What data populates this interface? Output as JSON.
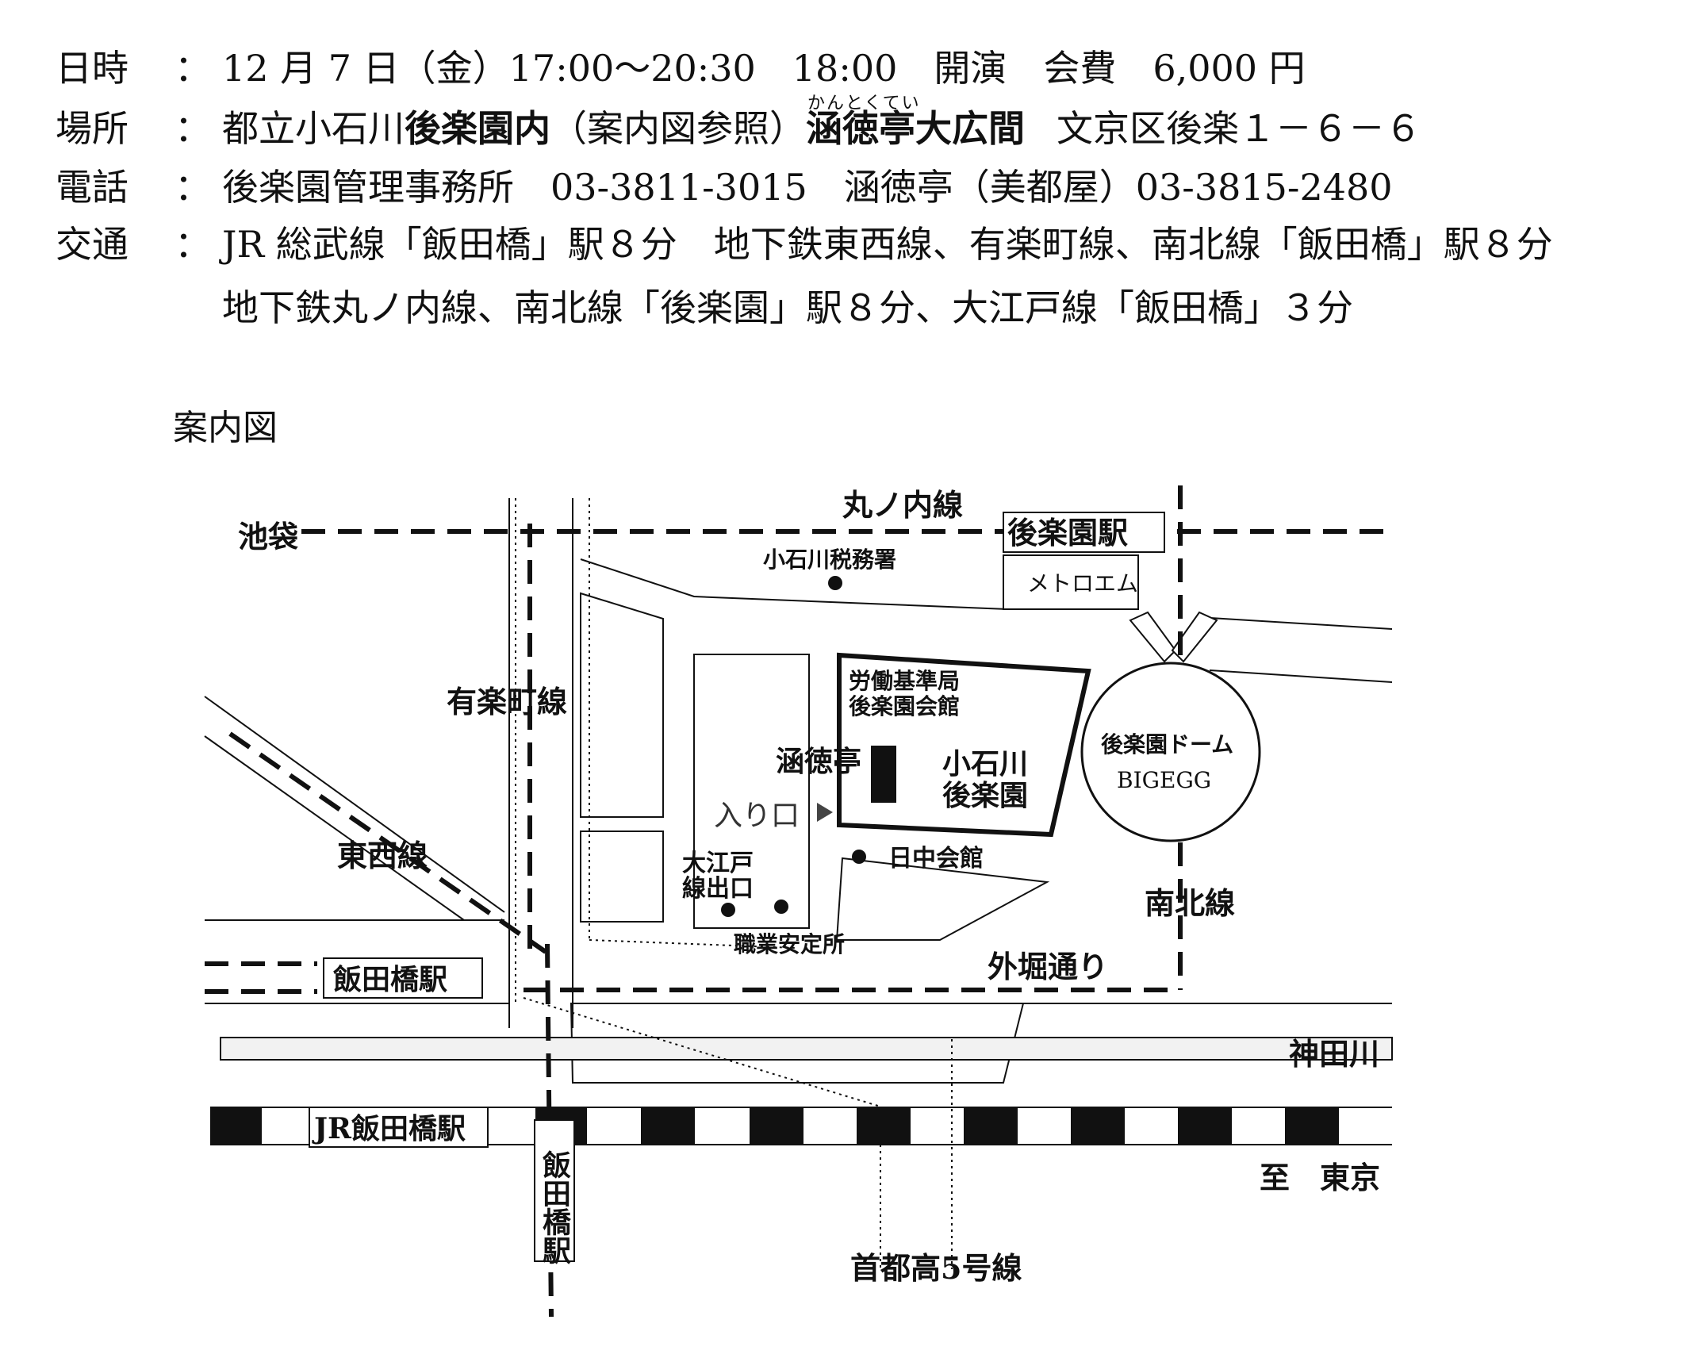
{
  "info": {
    "date": {
      "key": "日時",
      "sep": "：",
      "value": "12 月 7 日（金）17:00～20:30　18:00　開演　会費　6,000 円"
    },
    "place": {
      "key": "場所",
      "sep": "：",
      "pre": "都立小石川",
      "bold1": "後楽園内",
      "mid": "（案内図参照）",
      "bold2": "涵徳亭大広間",
      "post": "文京区後楽１－６－６",
      "ruby": "かんとくてい"
    },
    "phone": {
      "key": "電話",
      "sep": "：",
      "value": "後楽園管理事務所　03-3811-3015　涵徳亭（美都屋）03-3815-2480"
    },
    "access": {
      "key": "交通",
      "sep": "：",
      "line1": "JR 総武線「飯田橋」駅８分　地下鉄東西線、有楽町線、南北線「飯田橋」駅８分",
      "line2": "地下鉄丸ノ内線、南北線「後楽園」駅８分、大江戸線「飯田橋」３分"
    }
  },
  "map": {
    "caption": "案内図",
    "labels": {
      "ikebukuro": "池袋",
      "marunouchi": "丸ノ内線",
      "korakuen_station": "後楽園駅",
      "koishikawa_tax": "小石川税務署",
      "metroem": "メトロエム",
      "yurakucho": "有楽町線",
      "labor_line1": "労働基準局",
      "labor_line2": "後楽園会館",
      "kantokutei": "涵徳亭",
      "garden_line1": "小石川",
      "garden_line2": "後楽園",
      "dome_line1": "後楽園ドーム",
      "dome_line2": "BIGEGG",
      "entrance": "入り口",
      "tozai": "東西線",
      "oedo_line1": "大江戸",
      "oedo_line2": "線出口",
      "nicchu": "日中会館",
      "nanboku": "南北線",
      "hello_work": "職業安定所",
      "sotobori": "外堀通り",
      "iidabashi_station": "飯田橋駅",
      "kanda_river": "神田川",
      "jr_iidabashi": "JR飯田橋駅",
      "iidabashi_vertical": "飯田橋駅",
      "to_tokyo": "至　東京",
      "shuto5": "首都高5号線"
    }
  }
}
